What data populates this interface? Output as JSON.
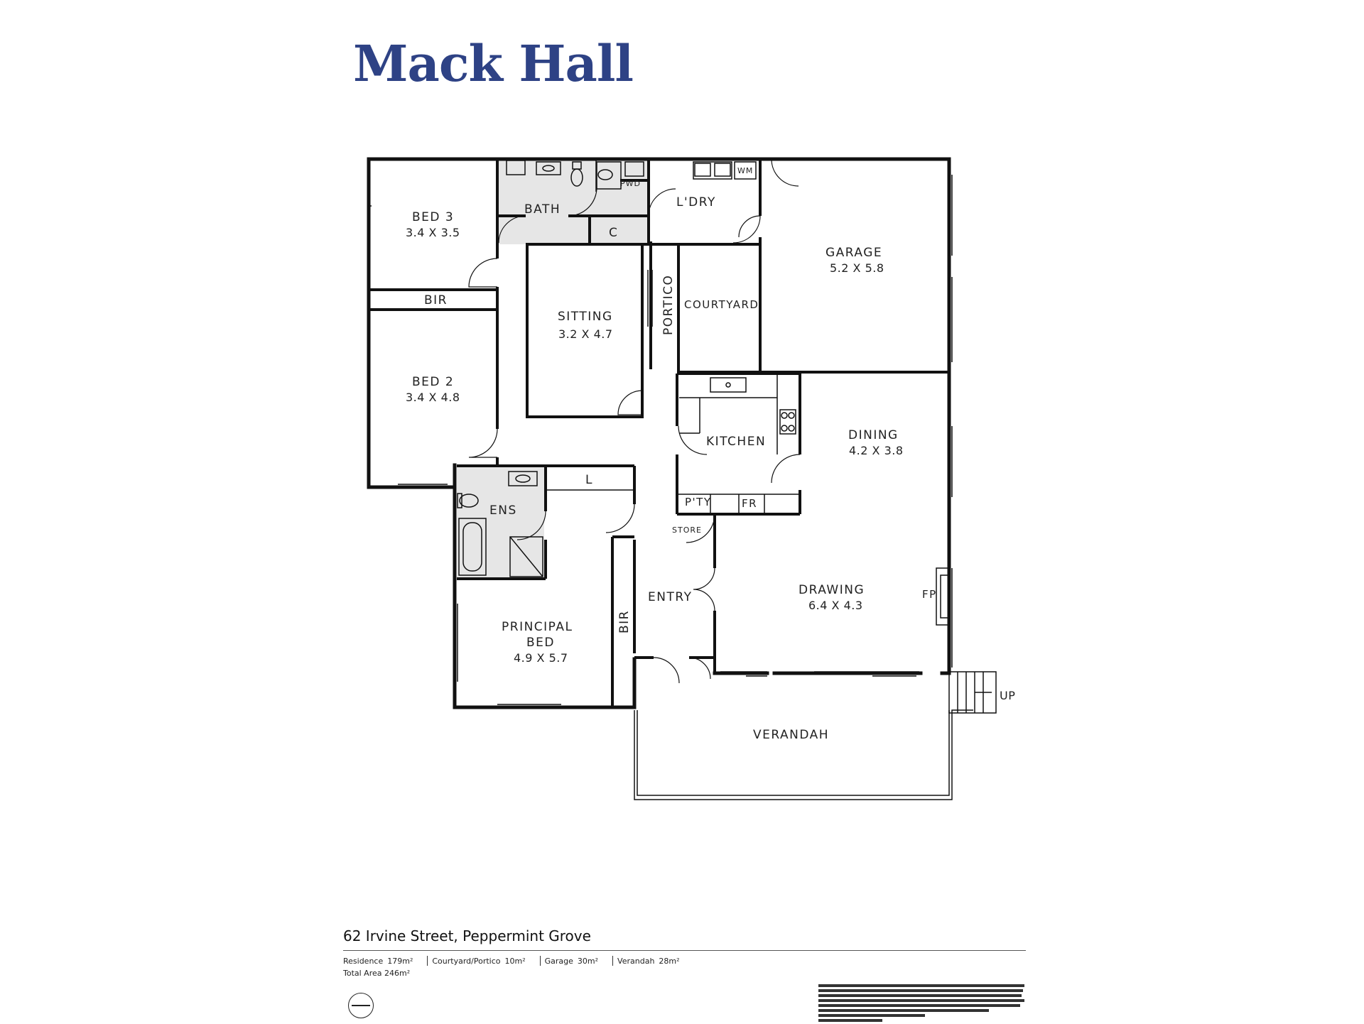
{
  "brand": {
    "name": "Mack Hall"
  },
  "rooms": {
    "bed3": {
      "name": "BED 3",
      "dim": "3.4 X 3.5"
    },
    "bed2": {
      "name": "BED 2",
      "dim": "3.4 X 4.8"
    },
    "bir_top": "BIR",
    "bath": "BATH",
    "pwd": "PWD",
    "laundry": "L'DRY",
    "wm": "WM",
    "cupboard": "C",
    "garage": {
      "name": "GARAGE",
      "dim": "5.2 X 5.8"
    },
    "sitting": {
      "name": "SITTING",
      "dim": "3.2 X 4.7"
    },
    "portico": "PORTICO",
    "courtyard": "COURTYARD",
    "kitchen": "KITCHEN",
    "dining": {
      "name": "DINING",
      "dim": "4.2 X 3.8"
    },
    "pantry": "P'TY",
    "fridge": "FR",
    "linen": "L",
    "ensuite": "ENS",
    "store": "STORE",
    "entry": "ENTRY",
    "drawing": {
      "name": "DRAWING",
      "dim": "6.4 X 4.3"
    },
    "fireplace": "FP",
    "principal": {
      "line1": "PRINCIPAL",
      "line2": "BED",
      "dim": "4.9 X 5.7"
    },
    "bir_side": "BIR",
    "verandah": "VERANDAH",
    "up": "UP"
  },
  "footer": {
    "address": "62 Irvine Street, Peppermint Grove",
    "residence_label": "Residence",
    "residence_value": "179m²",
    "courtyard_label": "Courtyard/Portico",
    "courtyard_value": "10m²",
    "garage_label": "Garage",
    "garage_value": "30m²",
    "verandah_label": "Verandah",
    "verandah_value": "28m²",
    "total": "Total Area 246m²"
  }
}
